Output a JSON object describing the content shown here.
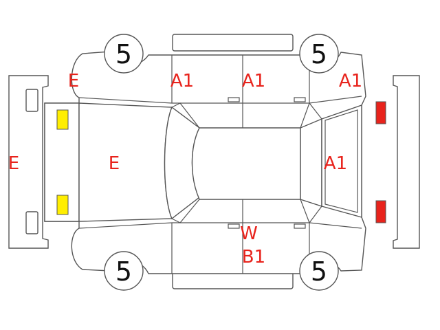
{
  "colors": {
    "stroke": "#555555",
    "text_code": "#e8231c",
    "tire_number": "#111111",
    "front_lamp": "#ffee00",
    "rear_lamp": "#e8231c"
  },
  "tires": {
    "front_left": "5",
    "rear_left": "5",
    "front_right": "5",
    "rear_right": "5"
  },
  "codes": {
    "front_bumper": "E",
    "hood": "E",
    "left_front_fender": "E",
    "left_front_door": "A1",
    "left_rear_door": "A1",
    "left_rear_quarter": "A1",
    "rear_window": "A1",
    "right_door_w": "W",
    "right_door_b1": "B1"
  }
}
